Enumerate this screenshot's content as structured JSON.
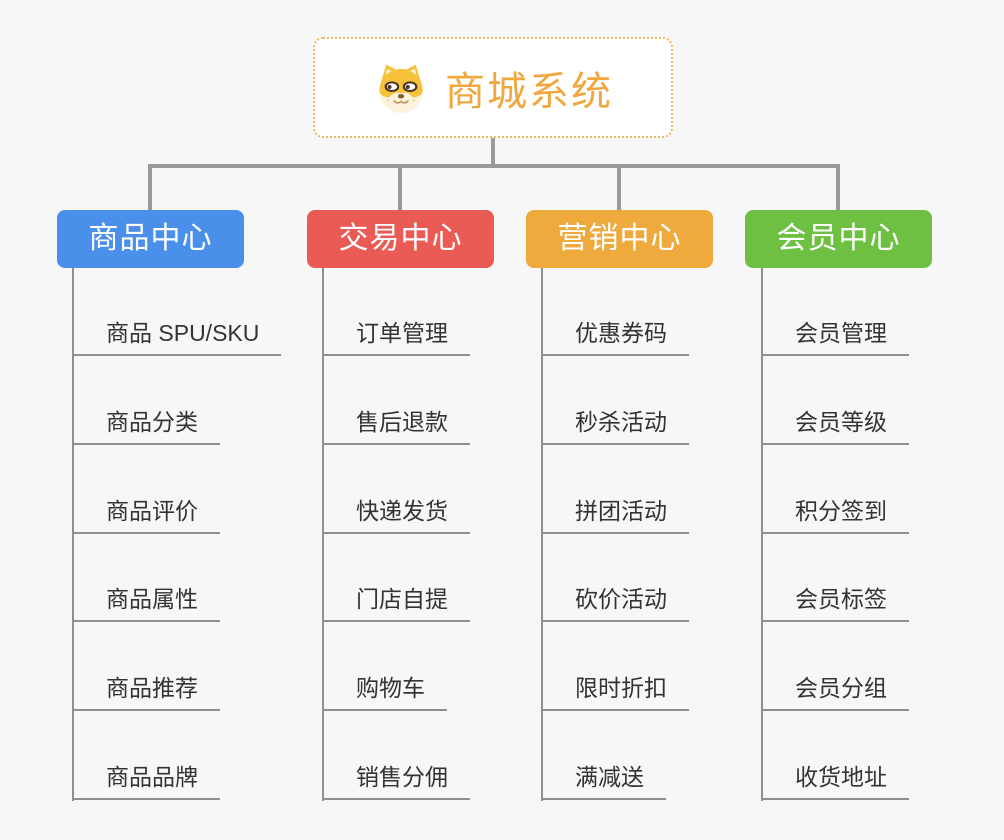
{
  "root": {
    "title": "商城系统",
    "icon": "dog-face-icon"
  },
  "branches": [
    {
      "label": "商品中心",
      "color": "#4a8fe9",
      "items": [
        "商品 SPU/SKU",
        "商品分类",
        "商品评价",
        "商品属性",
        "商品推荐",
        "商品品牌"
      ]
    },
    {
      "label": "交易中心",
      "color": "#ea5b55",
      "items": [
        "订单管理",
        "售后退款",
        "快递发货",
        "门店自提",
        "购物车",
        "销售分佣"
      ]
    },
    {
      "label": "营销中心",
      "color": "#eeaa3d",
      "items": [
        "优惠券码",
        "秒杀活动",
        "拼团活动",
        "砍价活动",
        "限时折扣",
        "满减送"
      ]
    },
    {
      "label": "会员中心",
      "color": "#6ec043",
      "items": [
        "会员管理",
        "会员等级",
        "积分签到",
        "会员标签",
        "会员分组",
        "收货地址"
      ]
    }
  ],
  "colors": {
    "canvas_bg": "#f7f7f7",
    "connector": "#9a9a9a",
    "leaf_line": "#8f8f8f",
    "item_text": "#333333",
    "root_accent": "#f2a73e",
    "root_border": "#f1b562",
    "root_bg": "#ffffff"
  }
}
